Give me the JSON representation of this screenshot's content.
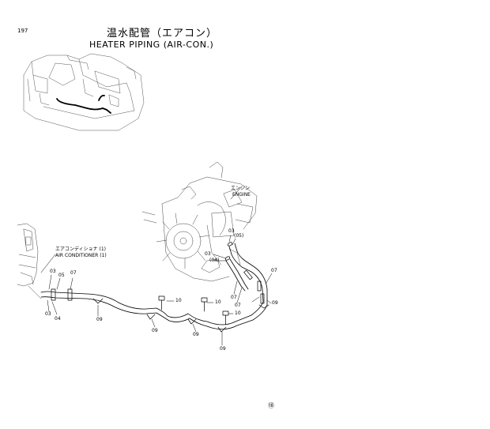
{
  "header": {
    "page_number": "197",
    "title_jp": "温水配管（エアコン）",
    "title_en": "HEATER PIPING (AIR-CON.)"
  },
  "labels": {
    "engine_jp": "エンジン",
    "engine_en": "ENGINE",
    "aircon_jp": "エアコンディショナ (1)",
    "aircon_en": "AIR CONDITIONER (1)"
  },
  "callouts": {
    "c03a": "03",
    "c05a": "05",
    "c07a": "07",
    "c03b": "03",
    "c04a": "04",
    "c09a": "09",
    "c10a": "10",
    "c09b": "09",
    "c10b": "10",
    "c09c": "09",
    "c10c": "10",
    "c09d": "09",
    "c03c": "03",
    "c05b": "(05)",
    "c03d": "03",
    "c04b": "(04)",
    "c07b": "07",
    "c07c": "07",
    "c07d": "07",
    "c09e": "09"
  },
  "footer": {
    "sheet_mark": "⑱"
  }
}
